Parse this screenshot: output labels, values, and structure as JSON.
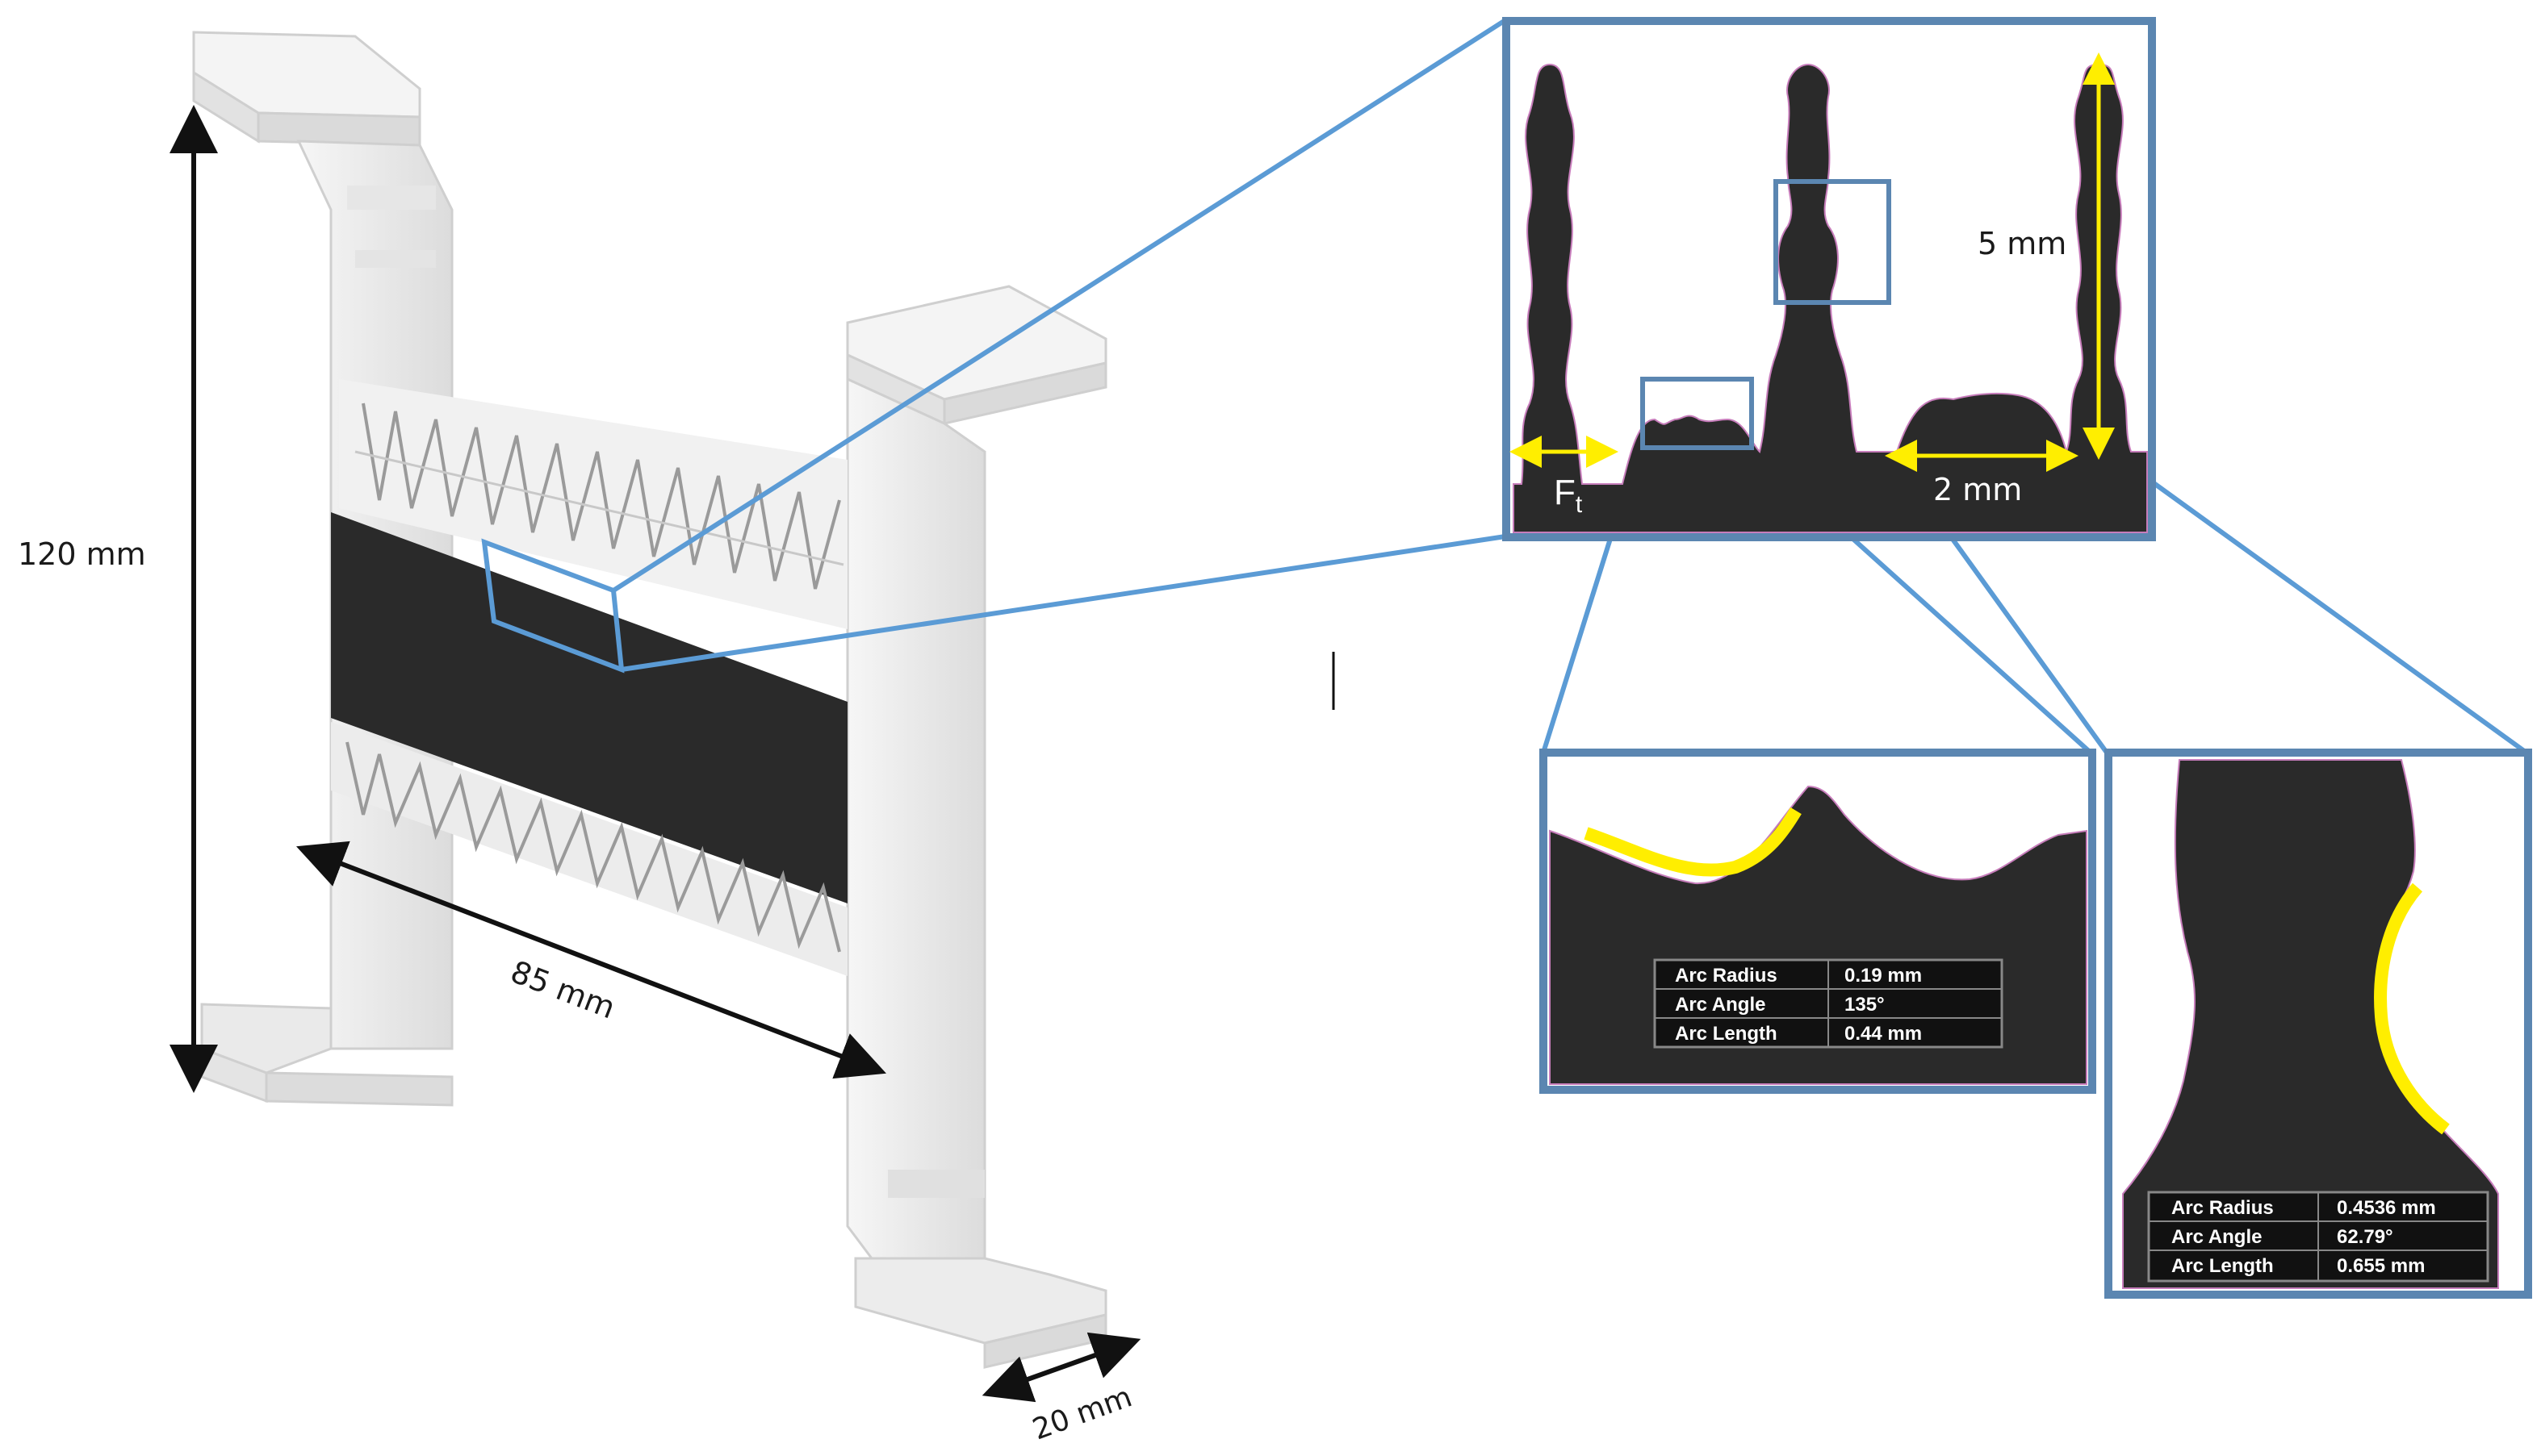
{
  "dimensions": {
    "height": "120 mm",
    "width": "85 mm",
    "depth": "20 mm",
    "fin_height": "5 mm",
    "fin_spacing": "2 mm",
    "fin_thickness_main": "F",
    "fin_thickness_sub": "t"
  },
  "arc_table_small": [
    {
      "label": "Arc Radius",
      "value": "0.19 mm"
    },
    {
      "label": "Arc Angle",
      "value": "135°"
    },
    {
      "label": "Arc Length",
      "value": "0.44 mm"
    }
  ],
  "arc_table_neck": [
    {
      "label": "Arc Radius",
      "value": "0.4536 mm"
    },
    {
      "label": "Arc Angle",
      "value": "62.79°"
    },
    {
      "label": "Arc Length",
      "value": "0.655 mm"
    }
  ],
  "colors": {
    "frame": "#5b86b1",
    "callout": "#5b9bd5",
    "profile": "#2a2a2a",
    "highlight": "#ffee00",
    "body": "#eeeeee"
  }
}
